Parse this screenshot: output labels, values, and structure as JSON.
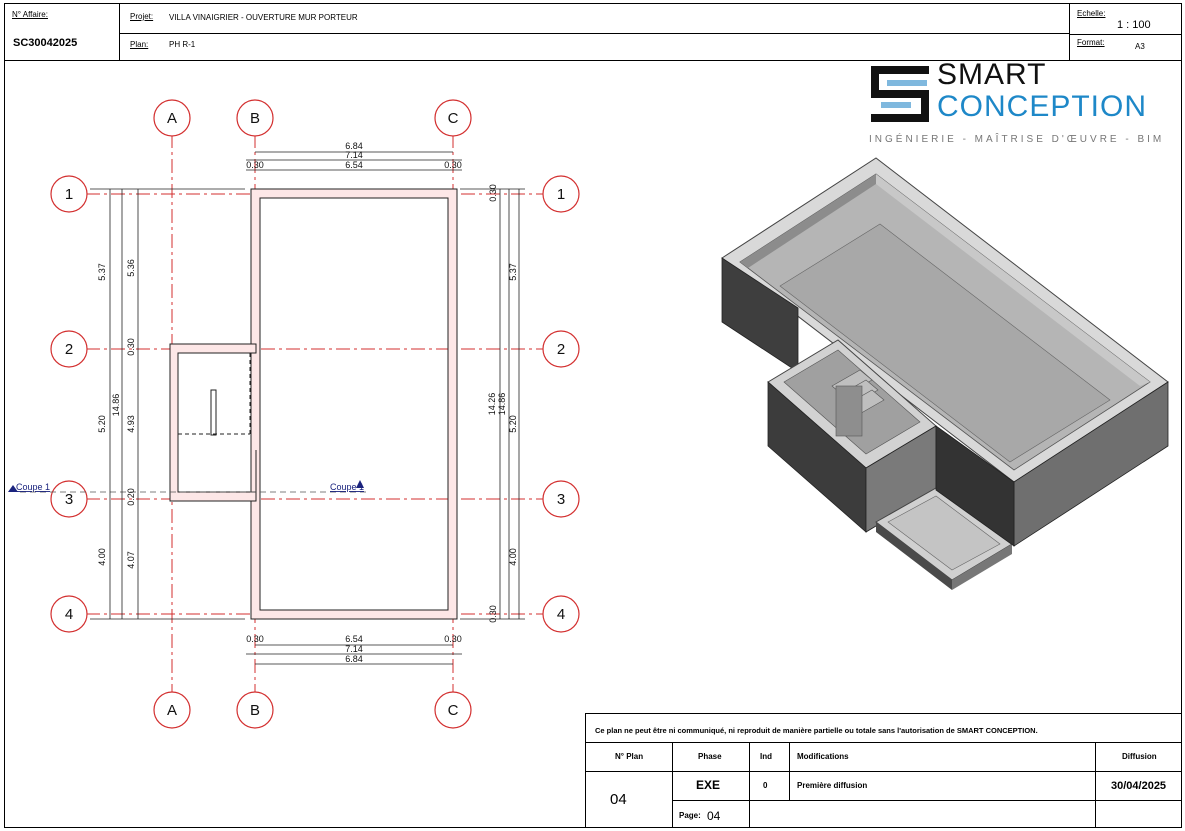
{
  "header": {
    "affaire_label": "N° Affaire:",
    "affaire_value": "SC30042025",
    "projet_label": "Projet:",
    "projet_value": "VILLA VINAIGRIER - OUVERTURE MUR PORTEUR",
    "plan_label": "Plan:",
    "plan_value": "PH R-1",
    "echelle_label": "Echelle:",
    "echelle_value": "1 : 100",
    "format_label": "Format:",
    "format_value": "A3"
  },
  "logo": {
    "word1": "SMART",
    "word2": "CONCEPTION",
    "tagline": "INGÉNIERIE - MAÎTRISE D'ŒUVRE - BIM",
    "accent_color": "#1e88c8"
  },
  "plan": {
    "grid_cols": [
      "A",
      "B",
      "C"
    ],
    "grid_rows": [
      "1",
      "2",
      "3",
      "4"
    ],
    "dims_top": [
      "6.84",
      "7.14",
      "0.30",
      "6.54",
      "0.30"
    ],
    "dims_bottom": [
      "0.30",
      "6.54",
      "0.30",
      "7.14",
      "6.84"
    ],
    "dims_left_outer": [
      "5.37",
      "5.20",
      "4.00"
    ],
    "dims_left_inner": [
      "5.36",
      "0.30",
      "14.86",
      "4.93",
      "0.20",
      "4.07"
    ],
    "dims_right": [
      "0.30",
      "5.37",
      "14.26",
      "14.86",
      "5.20",
      "4.00",
      "0.30"
    ],
    "section_labels": [
      "Coupe 1",
      "Coupe 1"
    ],
    "grid_color": "#d32f2f"
  },
  "titleblock": {
    "notice": "Ce plan ne peut être ni communiqué, ni reproduit de manière partielle ou totale sans l'autorisation de SMART CONCEPTION.",
    "col_plan": "N° Plan",
    "col_phase": "Phase",
    "col_ind": "Ind",
    "col_modif": "Modifications",
    "col_diff": "Diffusion",
    "plan_no": "04",
    "phase": "EXE",
    "ind": "0",
    "modif": "Première diffusion",
    "diffusion": "30/04/2025",
    "page_label": "Page:",
    "page_value": "04"
  }
}
